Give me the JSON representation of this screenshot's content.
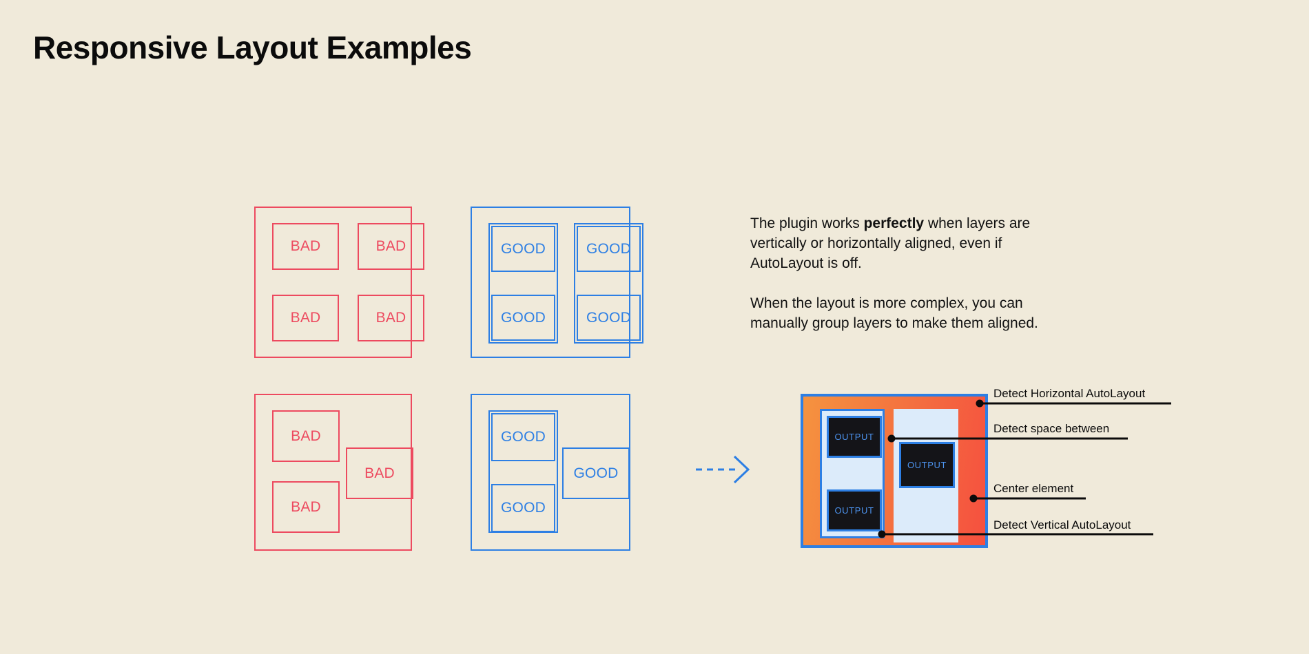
{
  "page": {
    "title": "Responsive Layout Examples",
    "background_color": "#F0EADA",
    "title_color": "#0B0B0B"
  },
  "colors": {
    "bad": "#ED4A5F",
    "good": "#2D7FE4",
    "orange": "#F5933F",
    "red": "#F5503F",
    "light_blue_fill": "#DCEBFA",
    "output_box_fill": "#141418",
    "output_text": "#4D94F0",
    "annotation": "#0B0B0B"
  },
  "examples": {
    "bad_grid": {
      "variant": "bad",
      "cells": [
        {
          "label": "BAD"
        },
        {
          "label": "BAD"
        },
        {
          "label": "BAD"
        },
        {
          "label": "BAD"
        }
      ]
    },
    "good_grid": {
      "variant": "good",
      "groups": 2,
      "cells": [
        {
          "label": "GOOD"
        },
        {
          "label": "GOOD"
        },
        {
          "label": "GOOD"
        },
        {
          "label": "GOOD"
        }
      ]
    },
    "bad_complex": {
      "variant": "bad",
      "cells": [
        {
          "label": "BAD"
        },
        {
          "label": "BAD"
        },
        {
          "label": "BAD"
        }
      ]
    },
    "good_complex": {
      "variant": "good",
      "groups": 1,
      "cells": [
        {
          "label": "GOOD"
        },
        {
          "label": "GOOD"
        },
        {
          "label": "GOOD"
        }
      ]
    }
  },
  "arrow": {
    "icon": "dashed-arrow-right-icon",
    "direction": "right",
    "style": "dashed",
    "color": "#2D7FE4"
  },
  "copy": {
    "paragraph_1_before": "The plugin works ",
    "paragraph_1_bold": "perfectly",
    "paragraph_1_after": " when layers are vertically or horizontally aligned, even if AutoLayout is off.",
    "paragraph_2": "When the layout is more complex, you can manually group layers to make them aligned."
  },
  "result_diagram": {
    "left_group": {
      "boxes": [
        {
          "label": "OUTPUT"
        },
        {
          "label": "OUTPUT"
        }
      ]
    },
    "right_column": {
      "boxes": [
        {
          "label": "OUTPUT"
        }
      ]
    }
  },
  "annotations": [
    {
      "label": "Detect Horizontal AutoLayout"
    },
    {
      "label": "Detect space between"
    },
    {
      "label": "Center element"
    },
    {
      "label": "Detect Vertical AutoLayout"
    }
  ]
}
